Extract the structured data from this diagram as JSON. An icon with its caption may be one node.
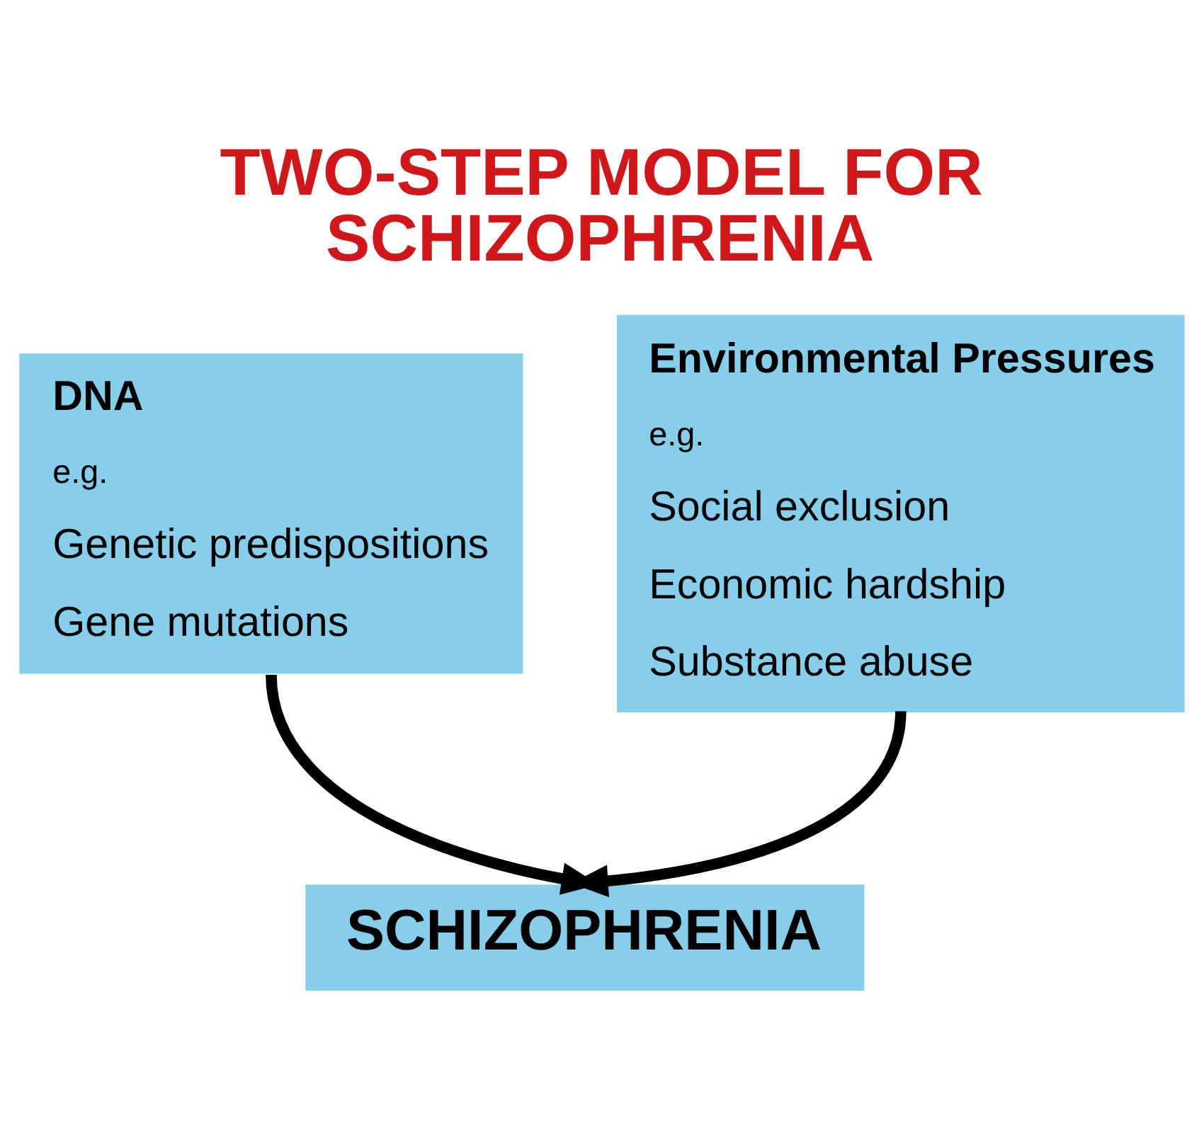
{
  "diagram": {
    "title": "TWO-STEP MODEL FOR SCHIZOPHRENIA",
    "nodes": [
      {
        "text": [
          "DNA",
          "e.g.",
          "Genetic predispositions",
          "Gene mutations"
        ]
      },
      {
        "text": [
          "Environmental Pressures",
          "e.g.",
          "Social exclusion",
          "Economic hardship",
          "Substance abuse"
        ]
      },
      {
        "text": [
          "SCHIZOPHRENIA"
        ]
      }
    ],
    "edges": [
      {
        "from": 0,
        "to": 2,
        "arrow": "to"
      },
      {
        "from": 1,
        "to": 2,
        "arrow": "to"
      }
    ]
  }
}
